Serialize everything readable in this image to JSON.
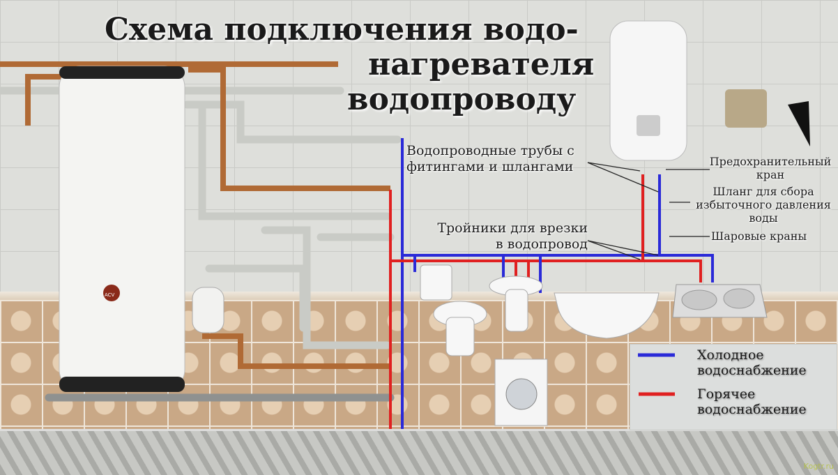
{
  "title": {
    "line1": "Схема подключения водо-",
    "line2": "нагревателя",
    "line3": "водопроводу"
  },
  "labels": {
    "pipes_line1": "Водопроводные трубы с",
    "pipes_line2": "фитингами и шлангами",
    "safety_line1": "Предохранительный",
    "safety_line2": "кран",
    "hose_line1": "Шланг для сбора",
    "hose_line2": "избыточного давления",
    "hose_line3": "воды",
    "tees_line1": "Тройники для врезки",
    "tees_line2": "в водопровод",
    "ball_valves": "Шаровые краны"
  },
  "legend": {
    "cold_line1": "Холодное",
    "cold_line2": "водоснабжение",
    "cold_color": "#2a2ad8",
    "hot_line1": "Горячее",
    "hot_line2": "водоснабжение",
    "hot_color": "#e02020"
  },
  "tank_logo": "ACV",
  "watermark": "Kogtr.ru"
}
